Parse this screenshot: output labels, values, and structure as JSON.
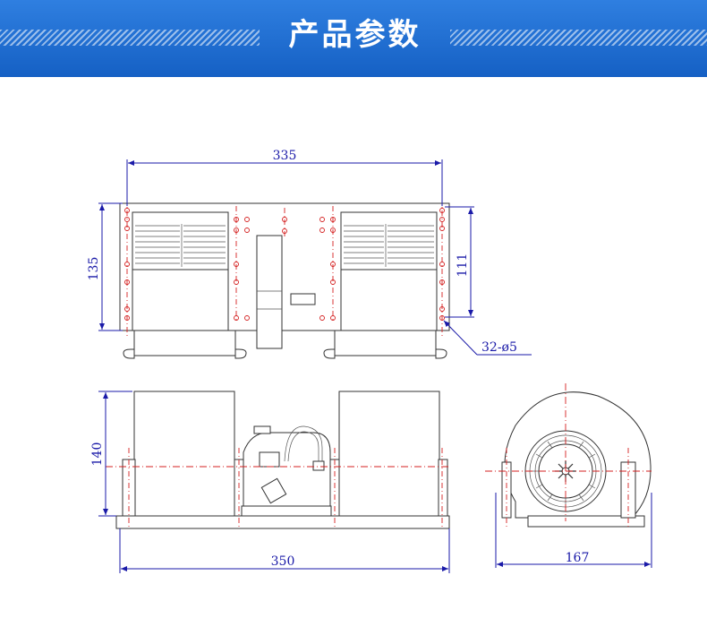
{
  "header": {
    "title": "产品参数"
  },
  "dimensions": {
    "top_width": "335",
    "top_height": "135",
    "inner_height": "111",
    "holes": "32-ø5",
    "front_height": "140",
    "front_width": "350",
    "side_width": "167"
  },
  "colors": {
    "banner": "#1f6fd6",
    "dimension": "#1a1aa8",
    "centerline": "#d42020"
  }
}
